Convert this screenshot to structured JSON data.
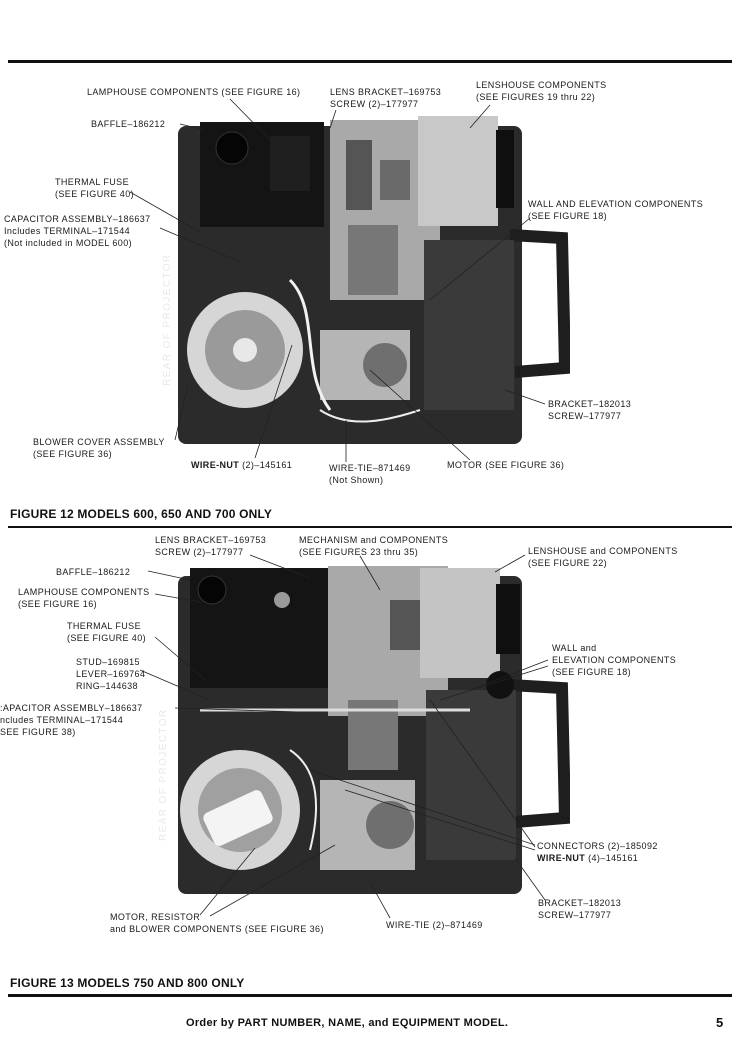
{
  "figure12": {
    "title": "FIGURE 12 MODELS 600, 650 AND 700 ONLY",
    "rear_label": "REAR OF PROJECTOR",
    "labels": {
      "lamphouse": "LAMPHOUSE COMPONENTS (SEE FIGURE 16)",
      "lens_bracket_1": "LENS BRACKET–169753",
      "lens_bracket_2": "SCREW (2)–177977",
      "lenshouse_1": "LENSHOUSE COMPONENTS",
      "lenshouse_2": "(SEE FIGURES 19 thru 22)",
      "baffle": "BAFFLE–186212",
      "thermal_1": "THERMAL FUSE",
      "thermal_2": "(SEE FIGURE 40)",
      "capacitor_1": "CAPACITOR ASSEMBLY–186637",
      "capacitor_2": "Includes TERMINAL–171544",
      "capacitor_3": "(Not included in MODEL 600)",
      "wall_1": "WALL AND ELEVATION COMPONENTS",
      "wall_2": "(SEE FIGURE 18)",
      "bracket_1": "BRACKET–182013",
      "bracket_2": "SCREW–177977",
      "blower_1": "BLOWER COVER ASSEMBLY",
      "blower_2": "(SEE FIGURE 36)",
      "wirenut_bold": "WIRE-NUT",
      "wirenut_rest": " (2)–145161",
      "wiretie_1": "WIRE-TIE–871469",
      "wiretie_2": "(Not Shown)",
      "motor": "MOTOR (SEE FIGURE 36)"
    }
  },
  "figure13": {
    "title": "FIGURE 13 MODELS 750 AND 800 ONLY",
    "rear_label": "REAR OF PROJECTOR",
    "labels": {
      "lens_bracket_1": "LENS BRACKET–169753",
      "lens_bracket_2": "SCREW (2)–177977",
      "mechanism_1": "MECHANISM and COMPONENTS",
      "mechanism_2": "(SEE FIGURES 23 thru 35)",
      "lenshouse_1": "LENSHOUSE and COMPONENTS",
      "lenshouse_2": "(SEE FIGURE 22)",
      "baffle": "BAFFLE–186212",
      "lamphouse_1": "LAMPHOUSE COMPONENTS",
      "lamphouse_2": "(SEE FIGURE 16)",
      "thermal_1": "THERMAL FUSE",
      "thermal_2": "(SEE FIGURE 40)",
      "stud": "STUD–169815",
      "lever": "LEVER–169764",
      "ring": "RING–144638",
      "wall_1": "WALL and",
      "wall_2": "ELEVATION COMPONENTS",
      "wall_3": "(SEE FIGURE 18)",
      "capacitor_1": ":APACITOR ASSEMBLY–186637",
      "capacitor_2": "ncludes TERMINAL–171544",
      "capacitor_3": "SEE FIGURE 38)",
      "connectors_1": "CONNECTORS (2)–185092",
      "connectors_bold": "WIRE-NUT",
      "connectors_rest": " (4)–145161",
      "bracket_1": "BRACKET–182013",
      "bracket_2": "SCREW–177977",
      "motor_1": "MOTOR, RESISTOR",
      "motor_2": "and BLOWER COMPONENTS (SEE FIGURE 36)",
      "wiretie": "WIRE-TIE (2)–871469"
    }
  },
  "footer": {
    "text": "Order by PART NUMBER, NAME, and EQUIPMENT MODEL.",
    "page": "5"
  }
}
